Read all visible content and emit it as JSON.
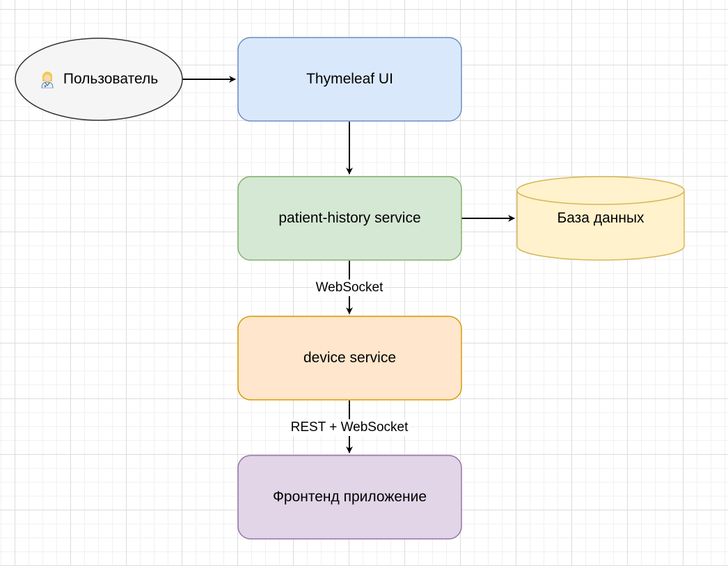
{
  "diagram": {
    "nodes": {
      "user": {
        "label": "Пользователь",
        "icon": "doctor-icon",
        "fill": "#f5f5f5",
        "stroke": "#333333"
      },
      "ui": {
        "label": "Thymeleaf UI",
        "fill": "#dae8fc",
        "stroke": "#6c8ebf"
      },
      "patient_history": {
        "label": "patient-history service",
        "fill": "#d5e8d4",
        "stroke": "#82b366"
      },
      "database": {
        "label": "База данных",
        "fill": "#fff2cc",
        "stroke": "#d6b656"
      },
      "device": {
        "label": "device service",
        "fill": "#ffe6cc",
        "stroke": "#d79b00"
      },
      "frontend": {
        "label": "Фронтенд приложение",
        "fill": "#e1d5e7",
        "stroke": "#9673a6"
      }
    },
    "edges": [
      {
        "from": "user",
        "to": "ui",
        "label": ""
      },
      {
        "from": "ui",
        "to": "patient_history",
        "label": ""
      },
      {
        "from": "patient_history",
        "to": "database",
        "label": ""
      },
      {
        "from": "patient_history",
        "to": "device",
        "label": "WebSocket"
      },
      {
        "from": "device",
        "to": "frontend",
        "label": "REST + WebSocket"
      }
    ]
  }
}
